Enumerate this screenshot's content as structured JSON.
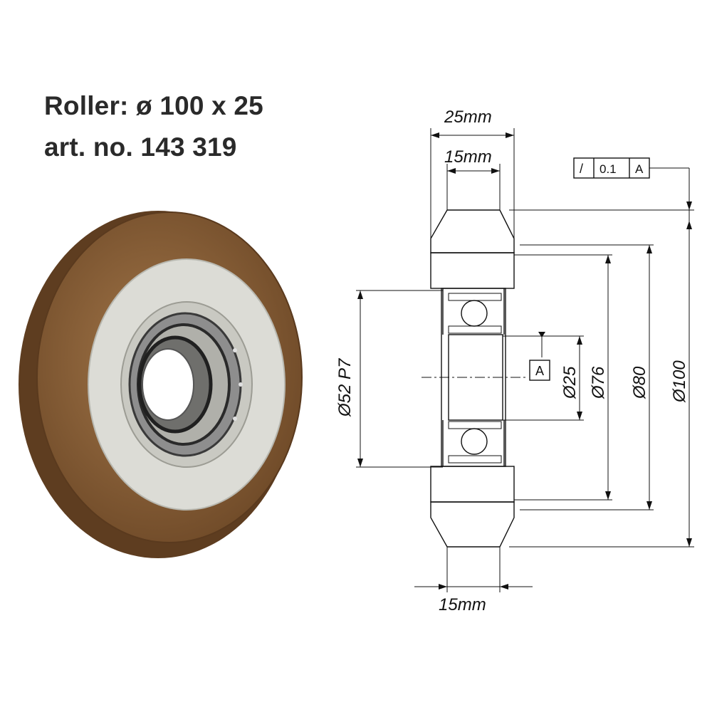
{
  "title": {
    "line1": "Roller: ø 100 x 25",
    "line2": "art. no. 143 319"
  },
  "colors": {
    "tyre": "#8a5f36",
    "hub": "#dcdcd6",
    "bearing": "#8e8e8e",
    "line": "#111111"
  },
  "drawing": {
    "width_top": "25mm",
    "width_inner": "15mm",
    "width_bottom": "15mm",
    "dia_bore": "Ø52 P7",
    "dia_shaft": "Ø25",
    "dia_76": "Ø76",
    "dia_80": "Ø80",
    "dia_100": "Ø100",
    "datum": "A",
    "tolerance": {
      "symbol": "/",
      "value": "0.1",
      "datum": "A"
    }
  }
}
